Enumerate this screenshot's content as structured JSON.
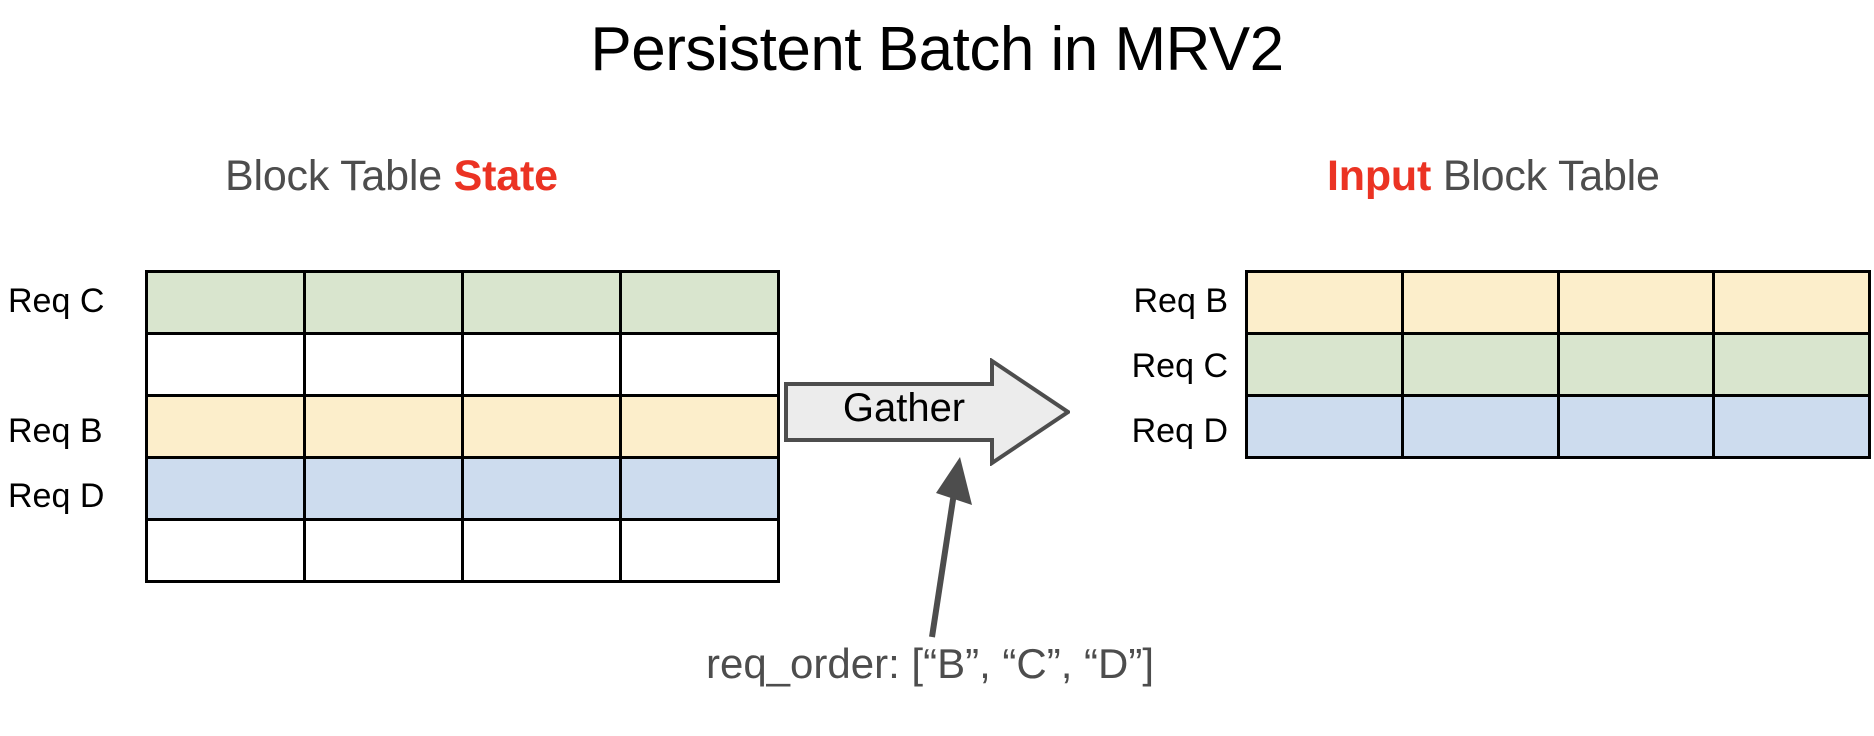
{
  "title": "Persistent Batch in MRV2",
  "colors": {
    "accent_red": "#eb3323",
    "heading_gray": "#4d4d4d",
    "green_cell": "#d9e5ce",
    "yellow_cell": "#fceecb",
    "blue_cell": "#cddcee",
    "empty_cell": "#ffffff",
    "border": "#000000",
    "arrow_fill": "#ececec",
    "arrow_stroke": "#4d4d4d"
  },
  "left_panel": {
    "heading": {
      "plain_prefix": "Block Table ",
      "accent": "State",
      "plain_suffix": ""
    },
    "table": {
      "columns": 4,
      "rows": [
        {
          "label": "Req C",
          "fill": "green",
          "has_label": true
        },
        {
          "label": "",
          "fill": "empty",
          "has_label": false
        },
        {
          "label": "Req B",
          "fill": "yellow",
          "has_label": true
        },
        {
          "label": "Req D",
          "fill": "blue",
          "has_label": true
        },
        {
          "label": "",
          "fill": "empty",
          "has_label": false
        }
      ]
    }
  },
  "arrow": {
    "label": "Gather",
    "direction": "right"
  },
  "right_panel": {
    "heading": {
      "accent": "Input",
      "plain_suffix": " Block Table"
    },
    "table": {
      "columns": 4,
      "rows": [
        {
          "label": "Req B",
          "fill": "yellow",
          "has_label": true
        },
        {
          "label": "Req C",
          "fill": "green",
          "has_label": true
        },
        {
          "label": "Req D",
          "fill": "blue",
          "has_label": true
        }
      ]
    }
  },
  "annotation": {
    "text": "req_order: [“B”, “C”, “D”]",
    "order": [
      "B",
      "C",
      "D"
    ]
  }
}
